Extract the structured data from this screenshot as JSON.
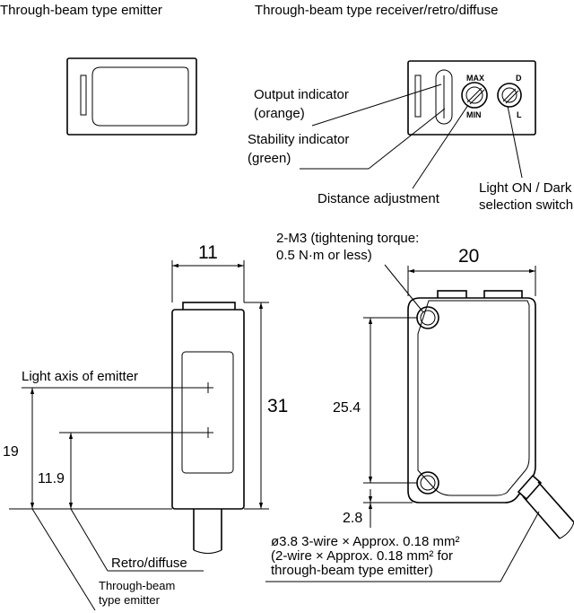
{
  "titles": {
    "emitter": "Through-beam type emitter",
    "receiver": "Through-beam type receiver/retro/diffuse"
  },
  "callouts": {
    "output_indicator_1": "Output indicator",
    "output_indicator_2": "(orange)",
    "stability_indicator_1": "Stability indicator",
    "stability_indicator_2": "(green)",
    "distance_adjustment": "Distance adjustment",
    "light_on_1": "Light ON / Dark",
    "light_on_2": "selection switch",
    "mount_1": "2-M3 (tightening torque:",
    "mount_2": "0.5 N·m or less)",
    "light_axis": "Light axis of emitter",
    "retro_diffuse": "Retro/diffuse",
    "through_beam_1": "Through-beam",
    "through_beam_2": "type emitter",
    "cable_1": "ø3.8  3-wire × Approx. 0.18 mm²",
    "cable_2": "(2-wire × Approx. 0.18 mm² for",
    "cable_3": "through-beam type emitter)"
  },
  "knob_marks": {
    "max": "MAX",
    "min": "MIN",
    "d": "D",
    "l": "L"
  },
  "dimensions": {
    "width_side": "11",
    "height_side": "31",
    "width_front": "20",
    "hole_pitch": "25.4",
    "bottom_offset": "2.8",
    "emitter_axis": "19",
    "retro_axis": "11.9"
  }
}
